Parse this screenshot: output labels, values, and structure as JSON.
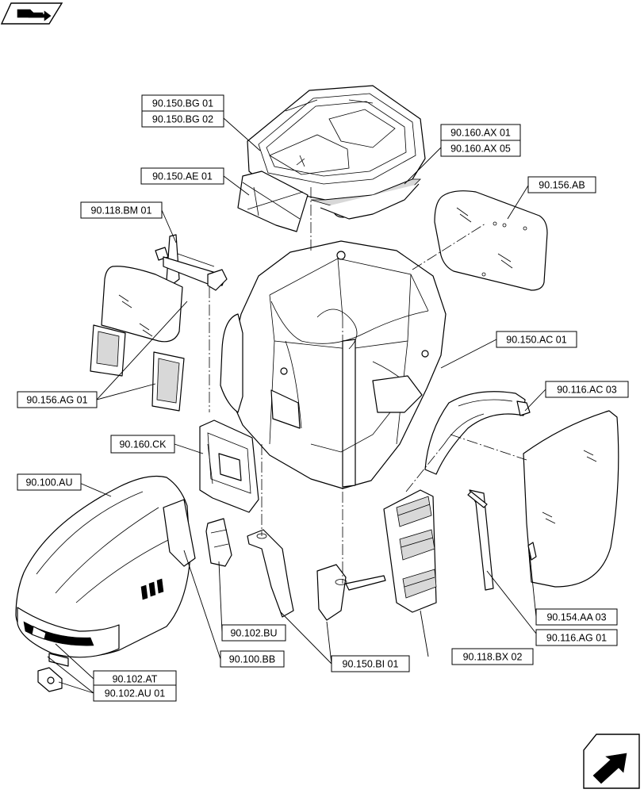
{
  "callouts": {
    "bg01": "90.150.BG 01",
    "bg02": "90.150.BG 02",
    "ax01": "90.160.AX 01",
    "ax05": "90.160.AX 05",
    "ae01": "90.150.AE 01",
    "ab": "90.156.AB",
    "bm01": "90.118.BM 01",
    "ac01": "90.150.AC 01",
    "ag01_glass": "90.156.AG 01",
    "ac03": "90.116.AC 03",
    "ck": "90.160.CK",
    "au": "90.100.AU",
    "aa03": "90.154.AA 03",
    "ag01_strut": "90.116.AG 01",
    "bu": "90.102.BU",
    "bx02": "90.118.BX 02",
    "bb": "90.100.BB",
    "bi01": "90.150.BI 01",
    "at": "90.102.AT",
    "au01": "90.102.AU 01"
  },
  "icons": {
    "top_left": "folder-arrow-icon",
    "bottom_right": "next-page-arrow-icon"
  }
}
